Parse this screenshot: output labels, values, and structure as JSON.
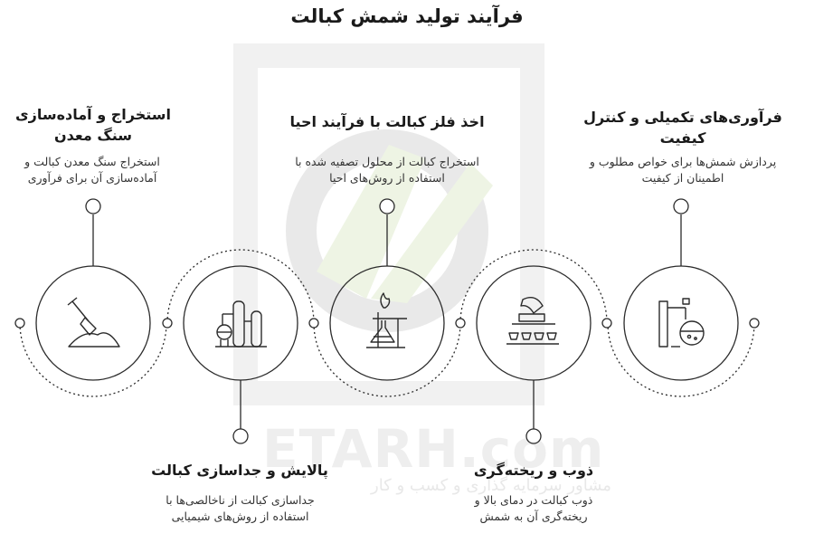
{
  "title": "فرآیند تولید شمش کبالت",
  "watermark": {
    "brand": "ETARH.com",
    "tagline": "مشاور سرمایه گذاری و کسب و کار"
  },
  "steps": [
    {
      "title": "استخراج و آماده‌سازی سنگ معدن",
      "description": "استخراج سنگ معدن کبالت و آماده‌سازی آن برای فرآوری",
      "icon": "ore-pile-shovel-icon"
    },
    {
      "title": "پالایش و جداسازی کبالت",
      "description": "جداسازی کبالت از ناخالصی‌ها با استفاده از روش‌های شیمیایی",
      "icon": "refinery-tanks-icon"
    },
    {
      "title": "اخذ فلز کبالت با فرآیند احیا",
      "description": "استخراج کبالت از محلول تصفیه شده با استفاده از روش‌های احیا",
      "icon": "flask-burner-icon"
    },
    {
      "title": "ذوب و ریخته‌گری",
      "description": "ذوب کبالت در دمای بالا و ریخته‌گری آن به شمش",
      "icon": "ingot-casting-icon"
    },
    {
      "title": "فرآوری‌های تکمیلی و کنترل کیفیت",
      "description": "پردازش شمش‌ها برای خواص مطلوب و اطمینان از کیفیت",
      "icon": "lab-quality-control-icon"
    }
  ],
  "colors": {
    "line": "#2b2b2b",
    "watermark_gray": "#e6e6e6",
    "watermark_green": "#eef4e4"
  }
}
